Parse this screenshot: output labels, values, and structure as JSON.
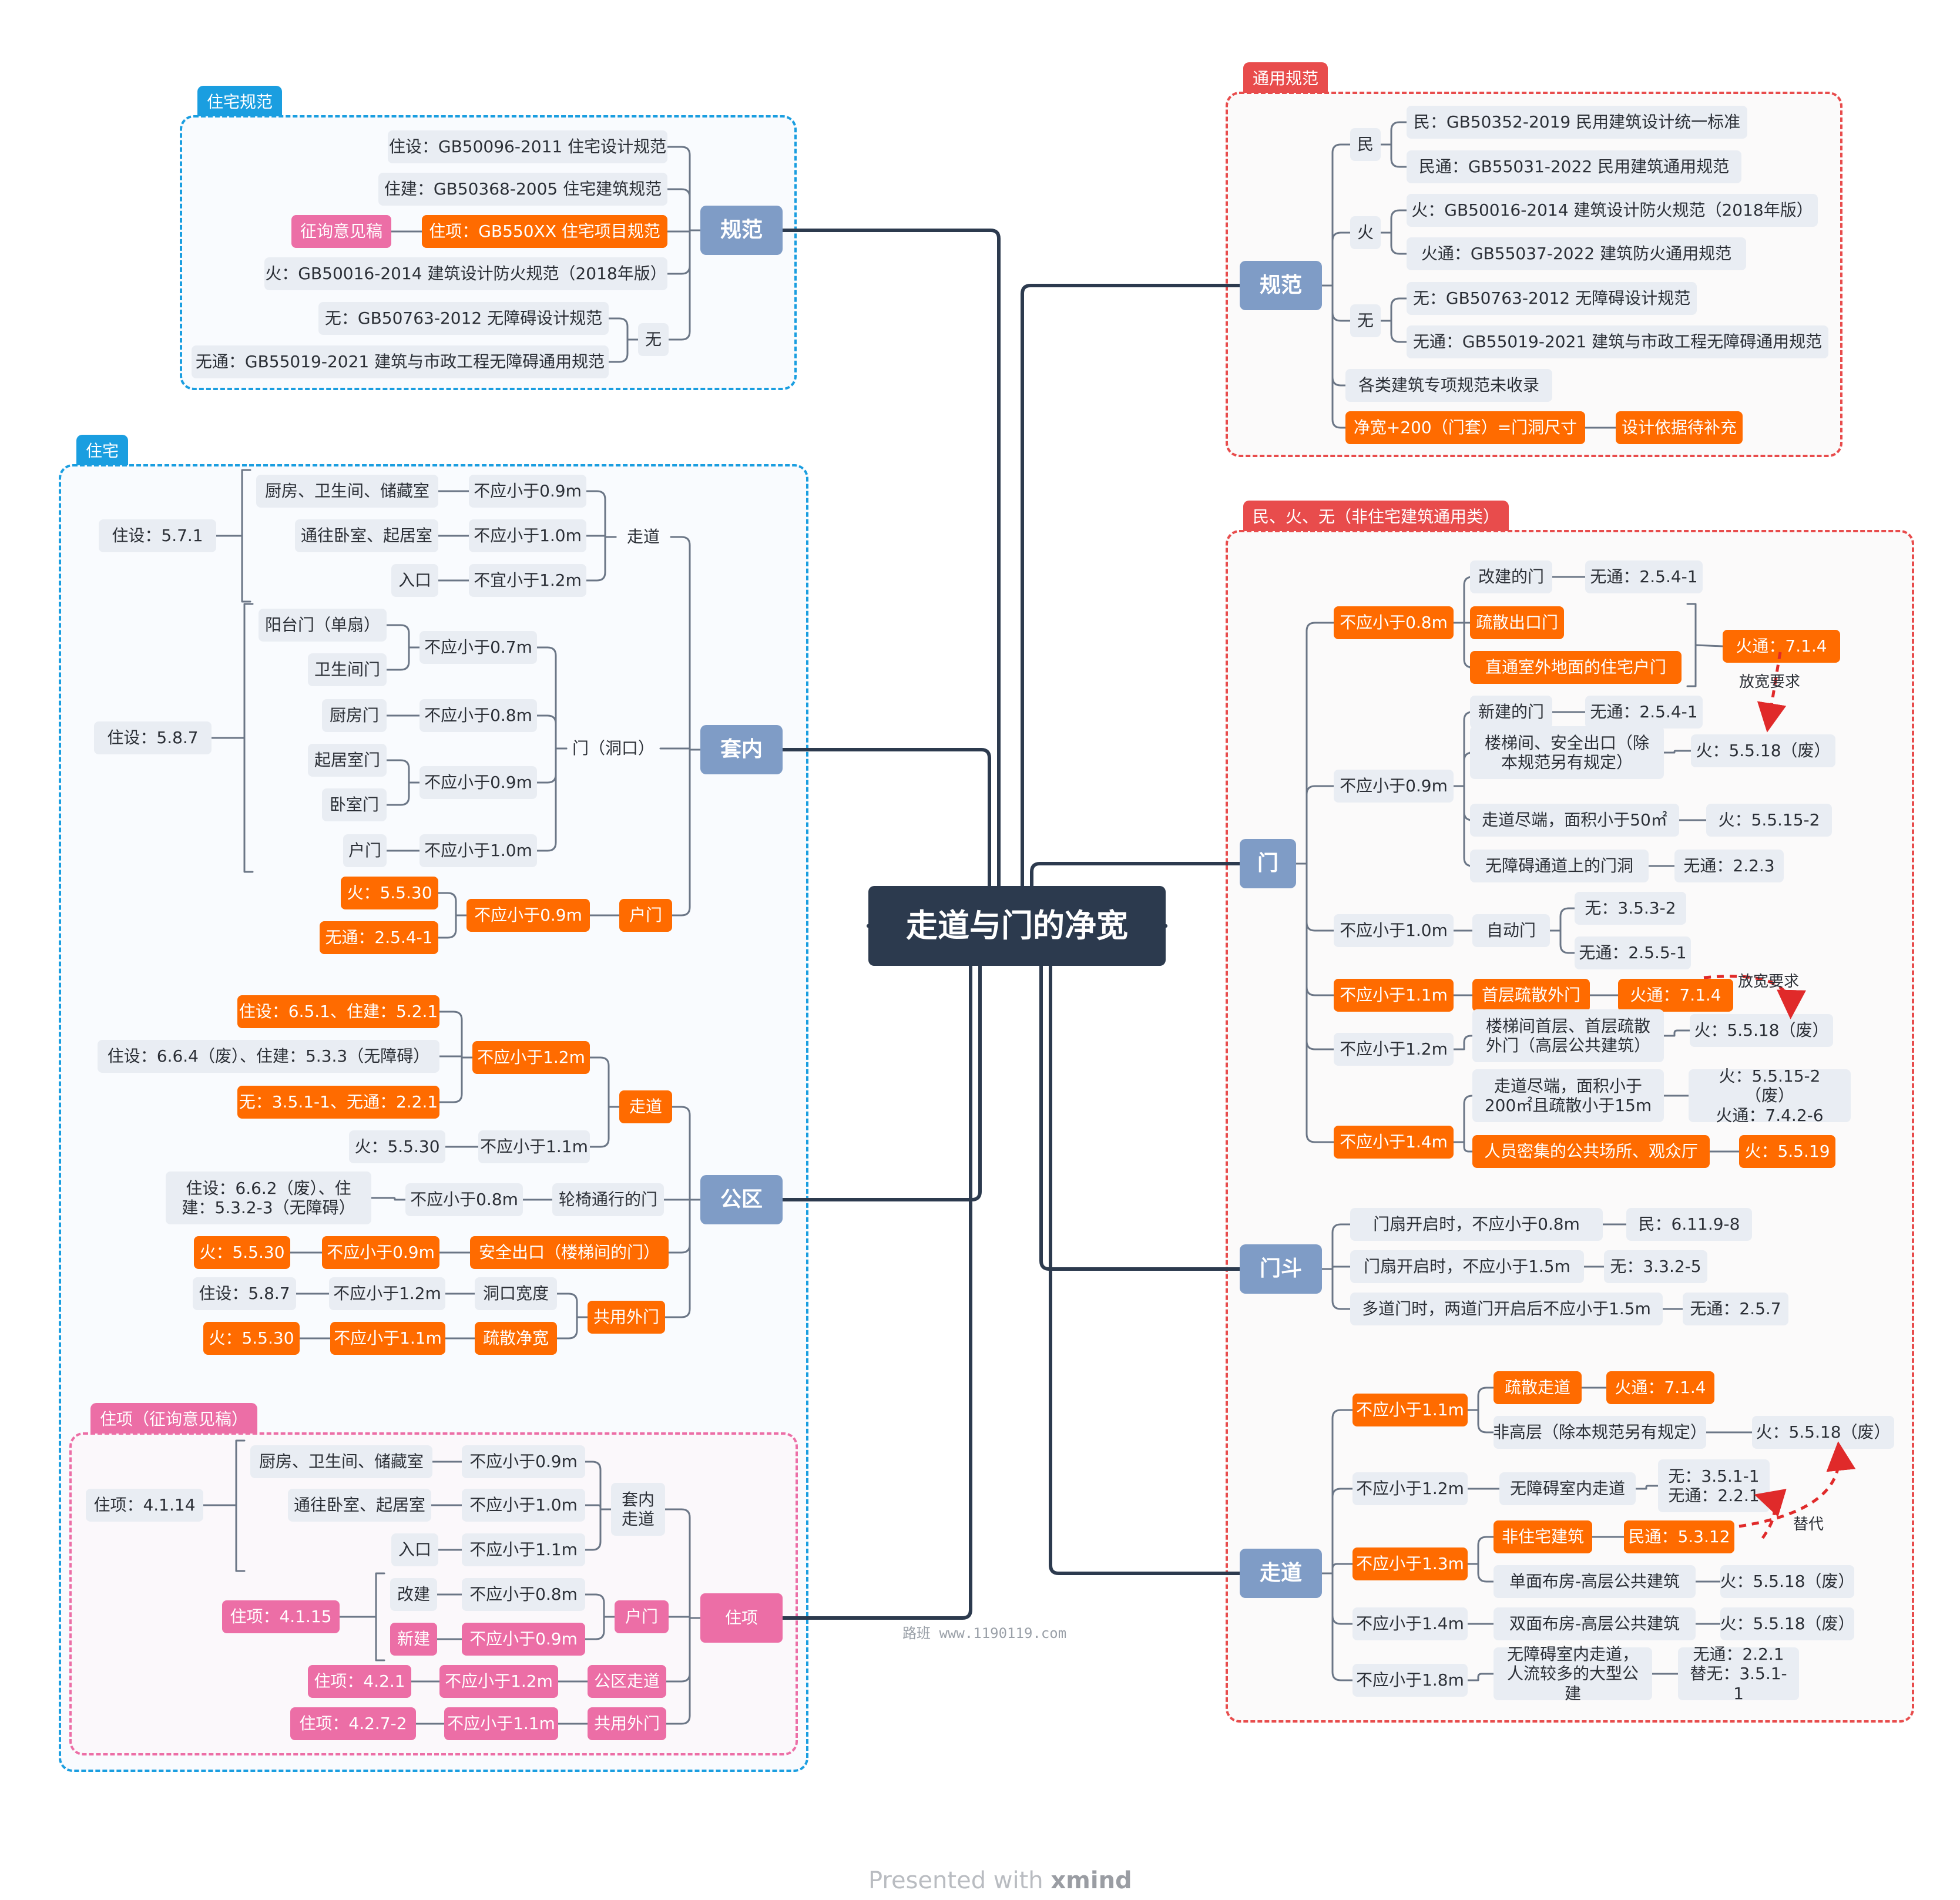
{
  "title": "走道与门的净宽",
  "frames": {
    "f_zhuzhai_guifan": "住宅规范",
    "f_zhuzhai": "住宅",
    "f_zhuxiang": "住项（征询意见稿）",
    "f_tongyong": "通用规范",
    "f_minhuowu": "民、火、无（非住宅建筑通用类）"
  },
  "nodes": {
    "c": "走道与门的净宽",
    "lg": "规范",
    "lg1": "住设：GB50096-2011 住宅设计规范",
    "lg2": "住建：GB50368-2005 住宅建筑规范",
    "lg3": "住项：GB550XX 住宅项目规范",
    "lg3a": "征询意见稿",
    "lg4": "火：GB50016-2014 建筑设计防火规范（2018年版）",
    "lg5": "无",
    "lg5a": "无：GB50763-2012 无障碍设计规范",
    "lg5b": "无通：GB55019-2021 建筑与市政工程无障碍通用规范",
    "ln": "套内",
    "lnz": "走道",
    "lnz1": "不应小于0.9m",
    "lnz1a": "厨房、卫生间、储藏室",
    "lnz2": "不应小于1.0m",
    "lnz2a": "通往卧室、起居室",
    "lnz3": "不宜小于1.2m",
    "lnz3a": "入口",
    "lnzr": "住设：5.7.1",
    "lnm": "门（洞口）",
    "lnm1": "不应小于0.7m",
    "lnm1a": "阳台门（单扇）",
    "lnm1b": "卫生间门",
    "lnm2": "不应小于0.8m",
    "lnm2a": "厨房门",
    "lnm3": "不应小于0.9m",
    "lnm3a": "起居室门",
    "lnm3b": "卧室门",
    "lnm4": "不应小于1.0m",
    "lnm4a": "户门",
    "lnmr": "住设：5.8.7",
    "lnh": "户门",
    "lnh1": "不应小于0.9m",
    "lnh1a": "火：5.5.30",
    "lnh1b": "无通：2.5.4-1",
    "lp": "公区",
    "lpz": "走道",
    "lpz1": "不应小于1.2m",
    "lpz1a": "住设：6.5.1、住建：5.2.1",
    "lpz1b": "住设：6.6.4（废）、住建：5.3.3（无障碍）",
    "lpz1c": "无：3.5.1-1、无通：2.2.1",
    "lpz2": "不应小于1.1m",
    "lpz2a": "火：5.5.30",
    "lpl": "轮椅通行的门",
    "lpl1": "不应小于0.8m",
    "lpl1a": "住设：6.6.2（废）、住建：5.3.2-3（无障碍）",
    "lps": "安全出口（楼梯间的门）",
    "lps1": "不应小于0.9m",
    "lps1a": "火：5.5.30",
    "lpg": "共用外门",
    "lpg1": "洞口宽度",
    "lpg1a": "不应小于1.2m",
    "lpg1b": "住设：5.8.7",
    "lpg2": "疏散净宽",
    "lpg2a": "不应小于1.1m",
    "lpg2b": "火：5.5.30",
    "lx": "住项",
    "lxt": "套内\n走道",
    "lxt1": "不应小于0.9m",
    "lxt1a": "厨房、卫生间、储藏室",
    "lxt2": "不应小于1.0m",
    "lxt2a": "通往卧室、起居室",
    "lxt3": "不应小于1.1m",
    "lxt3a": "入口",
    "lxtr": "住项：4.1.14",
    "lxh": "户门",
    "lxh1": "不应小于0.8m",
    "lxh1a": "改建",
    "lxh2": "不应小于0.9m",
    "lxh2a": "新建",
    "lxhr": "住项：4.1.15",
    "lxg": "公区走道",
    "lxg1": "不应小于1.2m",
    "lxg1a": "住项：4.2.1",
    "lxw": "共用外门",
    "lxw1": "不应小于1.1m",
    "lxw1a": "住项：4.2.7-2",
    "rg": "规范",
    "rgm": "民",
    "rgm1": "民：GB50352-2019 民用建筑设计统一标准",
    "rgm2": "民通：GB55031-2022 民用建筑通用规范",
    "rgh": "火",
    "rgh1": "火：GB50016-2014 建筑设计防火规范（2018年版）",
    "rgh2": "火通：GB55037-2022 建筑防火通用规范",
    "rgw": "无",
    "rgw1": "无：GB50763-2012 无障碍设计规范",
    "rgw2": "无通：GB55019-2021 建筑与市政工程无障碍通用规范",
    "rgx": "各类建筑专项规范未收录",
    "rgj": "净宽+200（门套）=门洞尺寸",
    "rgja": "设计依据待补充",
    "rm": "门",
    "rm08": "不应小于0.8m",
    "rm08a": "改建的门",
    "rm08a1": "无通：2.5.4-1",
    "rm08b": "疏散出口门",
    "rm08c": "直通室外地面的住宅户门",
    "rm08x": "火通：7.1.4",
    "rm09": "不应小于0.9m",
    "rm09a": "新建的门",
    "rm09a1": "无通：2.5.4-1",
    "rm09b": "楼梯间、安全出口（除本规范另有规定）",
    "rm09b1": "火：5.5.18（废）",
    "rm09c": "走道尽端，面积小于50㎡",
    "rm09c1": "火：5.5.15-2",
    "rm09d": "无障碍通道上的门洞",
    "rm09d1": "无通：2.2.3",
    "rm10": "不应小于1.0m",
    "rm10a": "自动门",
    "rm10a1": "无：3.5.3-2",
    "rm10a2": "无通：2.5.5-1",
    "rm11": "不应小于1.1m",
    "rm11a": "首层疏散外门",
    "rm11a1": "火通：7.1.4",
    "rm12": "不应小于1.2m",
    "rm12a": "楼梯间首层、首层疏散外门（高层公共建筑）",
    "rm12a1": "火：5.5.18（废）",
    "rm14": "不应小于1.4m",
    "rm14a": "走道尽端，面积小于200㎡且疏散小于15m",
    "rm14a1": "火：5.5.15-2（废）\n火通：7.4.2-6",
    "rm14b": "人员密集的公共场所、观众厅",
    "rm14b1": "火：5.5.19",
    "rd": "门斗",
    "rd1": "门扇开启时，不应小于0.8m",
    "rd1a": "民：6.11.9-8",
    "rd2": "门扇开启时，不应小于1.5m",
    "rd2a": "无：3.3.2-5",
    "rd3": "多道门时，两道门开启后不应小于1.5m",
    "rd3a": "无通：2.5.7",
    "rz": "走道",
    "rz11": "不应小于1.1m",
    "rz11a": "疏散走道",
    "rz11a1": "火通：7.1.4",
    "rz11b": "非高层（除本规范另有规定）",
    "rz11b1": "火：5.5.18（废）",
    "rz12": "不应小于1.2m",
    "rz12a": "无障碍室内走道",
    "rz12a1": "无：3.5.1-1\n无通：2.2.1",
    "rz13": "不应小于1.3m",
    "rz13a": "非住宅建筑",
    "rz13a1": "民通：5.3.12",
    "rz13b": "单面布房-高层公共建筑",
    "rz13b1": "火：5.5.18（废）",
    "rz14": "不应小于1.4m",
    "rz14a": "双面布房-高层公共建筑",
    "rz14a1": "火：5.5.18（废）",
    "rz18": "不应小于1.8m",
    "rz18a": "无障碍室内走道，人流较多的大型公建",
    "rz18a1": "无通：2.2.1\n替无：3.5.1-1"
  },
  "annotations": {
    "a1": "放宽要求",
    "a2": "放宽要求",
    "a3": "替代"
  },
  "watermark": "路班 www.1190119.com",
  "footer": {
    "prefix": "Presented with ",
    "brand": "xmind"
  },
  "colors": {
    "center": "#2c3a4e",
    "main": "#7f9cc6",
    "orange": "#ff6b00",
    "pink": "#ec6ea6",
    "gray": "#e9edf3",
    "blue_frame": "#1a9ee0",
    "red_frame": "#e84c4c",
    "line": "#2c3a4e"
  }
}
